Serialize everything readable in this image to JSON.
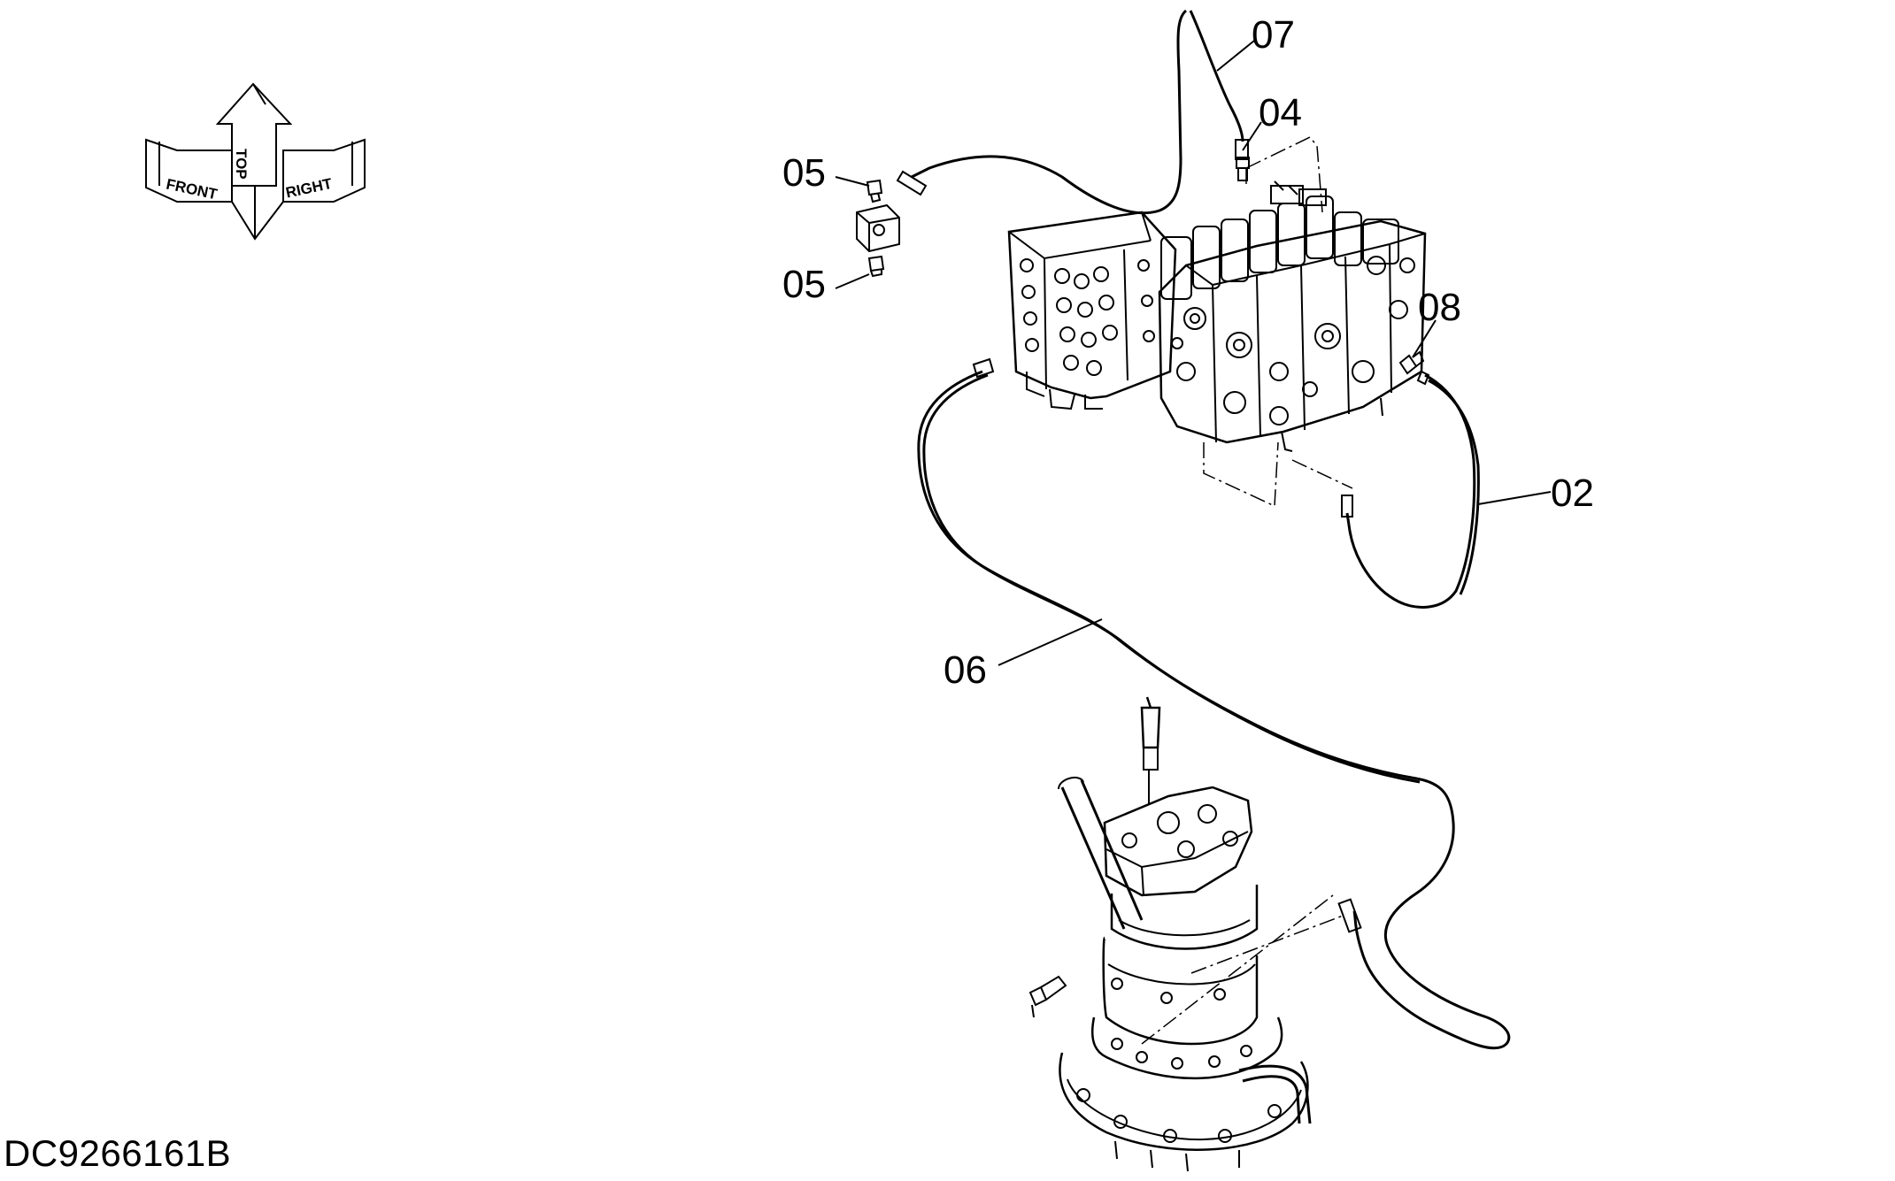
{
  "orientation": {
    "front": "FRONT",
    "top": "TOP",
    "right": "RIGHT"
  },
  "callouts": {
    "c07": "07",
    "c04": "04",
    "c05a": "05",
    "c05b": "05",
    "c08": "08",
    "c02": "02",
    "c06": "06"
  },
  "document_id": "DC9266161B"
}
